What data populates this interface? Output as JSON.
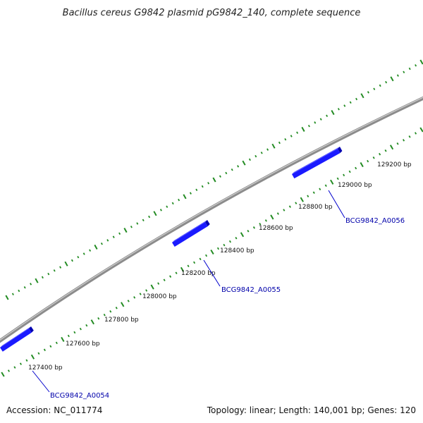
{
  "title": "Bacillus cereus G9842 plasmid pG9842_140, complete sequence",
  "footer": {
    "accession": "Accession: NC_011774",
    "summary": "Topology: linear; Length: 140,001 bp; Genes: 120"
  },
  "colors": {
    "backbone": "#8c8c8c",
    "backbone_highlight": "#cfcfcf",
    "gene": "#1a1aff",
    "gene_side": "#0000b0",
    "ticks": "#228b22",
    "gene_label": "#0000aa",
    "leader_line": "#0000cc"
  },
  "position_ticks": [
    {
      "label": "127400 bp"
    },
    {
      "label": "127600 bp"
    },
    {
      "label": "127800 bp"
    },
    {
      "label": "128000 bp"
    },
    {
      "label": "128200 bp"
    },
    {
      "label": "128400 bp"
    },
    {
      "label": "128600 bp"
    },
    {
      "label": "128800 bp"
    },
    {
      "label": "129000 bp"
    },
    {
      "label": "129200 bp"
    }
  ],
  "genes": [
    {
      "name": "BCG9842_A0054"
    },
    {
      "name": "BCG9842_A0055"
    },
    {
      "name": "BCG9842_A0056"
    }
  ]
}
